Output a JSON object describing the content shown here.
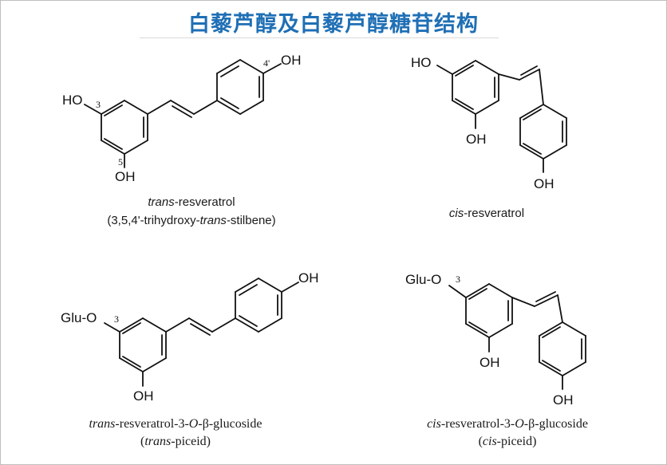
{
  "title": "白藜芦醇及白藜芦醇糖苷结构",
  "structures": [
    {
      "id": "trans-resveratrol",
      "labels": {
        "oh_a": "HO",
        "oh_b": "OH",
        "oh_c": "OH",
        "pos_3": "3",
        "pos_5": "5",
        "pos_4p": "4'"
      },
      "caption_line1": {
        "italic": "trans",
        "rest": "-resveratrol"
      },
      "caption_line2": {
        "pre": "(3,5,4'-trihydroxy-",
        "italic": "trans",
        "post": "-stilbene)"
      }
    },
    {
      "id": "cis-resveratrol",
      "labels": {
        "oh_a": "HO",
        "oh_b": "OH",
        "oh_c": "OH"
      },
      "caption_line1": {
        "italic": "cis",
        "rest": "-resveratrol"
      }
    },
    {
      "id": "trans-piceid",
      "labels": {
        "glu": "Glu-O",
        "oh_b": "OH",
        "oh_c": "OH",
        "pos_3": "3"
      },
      "caption_line1": {
        "italic": "trans",
        "rest": "-resveratrol-3-",
        "italic2": "O",
        "rest2": "-β-glucoside"
      },
      "caption_line2": {
        "pre": "(",
        "italic": "trans",
        "post": "-piceid)"
      }
    },
    {
      "id": "cis-piceid",
      "labels": {
        "glu": "Glu-O",
        "oh_b": "OH",
        "oh_c": "OH",
        "pos_3": "3"
      },
      "caption_line1": {
        "italic": "cis",
        "rest": "-resveratrol-3-",
        "italic2": "O",
        "rest2": "-β-glucoside"
      },
      "caption_line2": {
        "pre": "(",
        "italic": "cis",
        "post": "-piceid)"
      }
    }
  ]
}
